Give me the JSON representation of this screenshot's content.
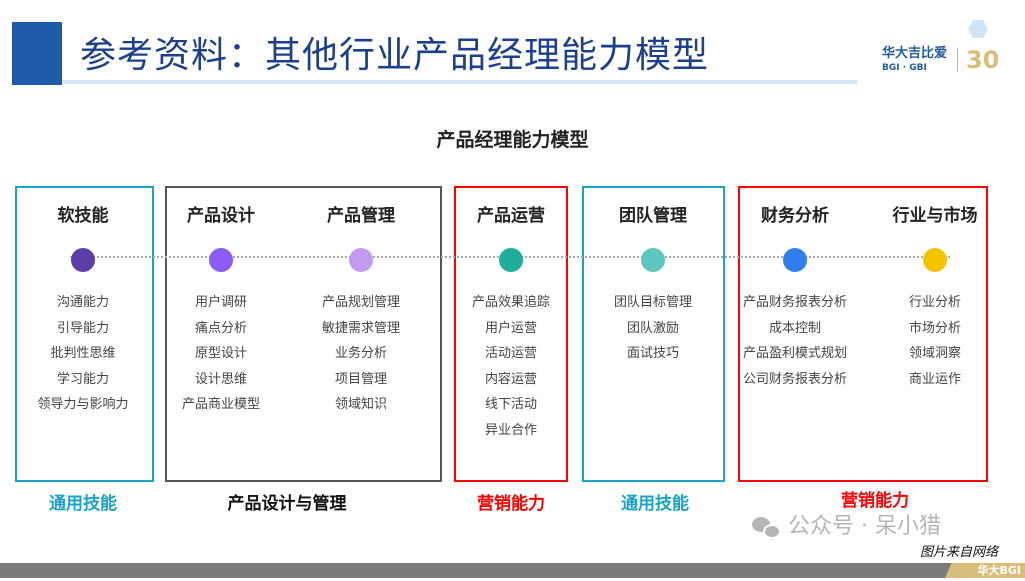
{
  "header": {
    "title": "参考资料：其他行业产品经理能力模型",
    "logo_cn": "华大吉比爱",
    "logo_en": "BGI · GBI",
    "logo_anniv": "30"
  },
  "subtitle": "产品经理能力模型",
  "columns": [
    {
      "title": "软技能",
      "dot_color": "#5b3ea8",
      "items": [
        "沟通能力",
        "引导能力",
        "批判性思维",
        "学习能力",
        "领导力与影响力"
      ]
    },
    {
      "title": "产品设计",
      "dot_color": "#8b5cf6",
      "items": [
        "用户调研",
        "痛点分析",
        "原型设计",
        "设计思维",
        "产品商业模型"
      ]
    },
    {
      "title": "产品管理",
      "dot_color": "#c49af0",
      "items": [
        "产品规划管理",
        "敏捷需求管理",
        "业务分析",
        "项目管理",
        "领域知识"
      ]
    },
    {
      "title": "产品运营",
      "dot_color": "#1fae9a",
      "items": [
        "产品效果追踪",
        "用户运营",
        "活动运营",
        "内容运营",
        "线下活动",
        "异业合作"
      ]
    },
    {
      "title": "团队管理",
      "dot_color": "#5cc7c0",
      "items": [
        "团队目标管理",
        "团队激励",
        "面试技巧"
      ]
    },
    {
      "title": "财务分析",
      "dot_color": "#2f7ff0",
      "items": [
        "产品财务报表分析",
        "成本控制",
        "产品盈利模式规划",
        "公司财务报表分析"
      ]
    },
    {
      "title": "行业与市场",
      "dot_color": "#f5c400",
      "items": [
        "行业分析",
        "市场分析",
        "领域洞察",
        "商业运作"
      ]
    }
  ],
  "groups": [
    {
      "label": "通用技能",
      "color": "#19a3c9"
    },
    {
      "label": "产品设计与管理",
      "color": "#111111"
    },
    {
      "label": "营销能力",
      "color": "#ff0000"
    },
    {
      "label": "通用技能",
      "color": "#19a3c9"
    },
    {
      "label": "营销能力",
      "color": "#ff0000"
    }
  ],
  "watermark": "公众号 · 呆小猎",
  "source_note": "图片来自网络",
  "footer_brand": "华大BGI"
}
